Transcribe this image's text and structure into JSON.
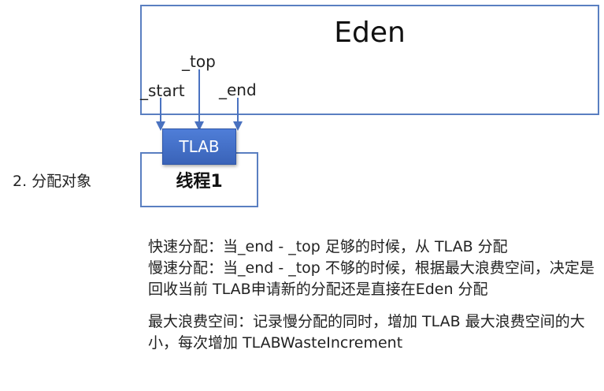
{
  "eden": {
    "title": "Eden"
  },
  "pointers": {
    "start": "_start",
    "top": "_top",
    "end": "_end"
  },
  "tlab": {
    "label": "TLAB"
  },
  "thread": {
    "label": "线程1"
  },
  "step": {
    "label": "2. 分配对象"
  },
  "description": {
    "fast": "快速分配：当_end - _top 足够的时候，从 TLAB 分配",
    "slow": "慢速分配：当_end - _top 不够的时候，根据最大浪费空间，决定是回收当前 TLAB申请新的分配还是直接在Eden 分配",
    "waste": "最大浪费空间：记录慢分配的同时，增加 TLAB 最大浪费空间的大小，每次增加 TLABWasteIncrement"
  },
  "colors": {
    "border": "#5a7fc1",
    "arrow": "#4a72c0",
    "tlab_fill": "#4470c8"
  }
}
